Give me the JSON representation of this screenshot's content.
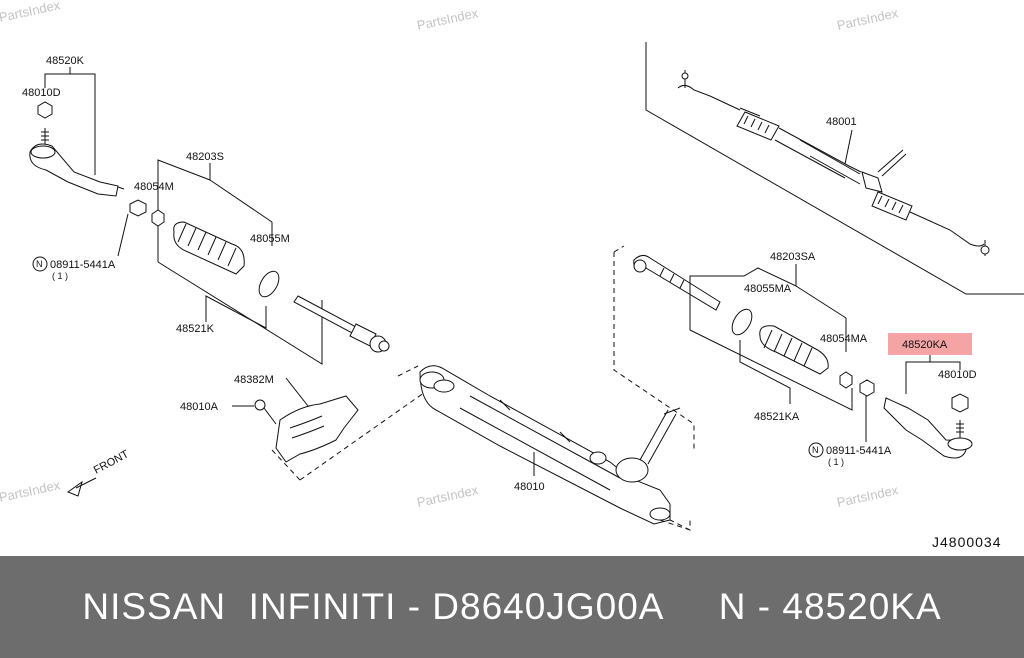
{
  "watermarks": [
    "PartsIndex",
    "PartsIndex",
    "PartsIndex",
    "PartsIndex",
    "PartsIndex"
  ],
  "labels": {
    "tie_rod_end_left": "48520K",
    "nut_left": "48010D",
    "boot_kit_left": "48203S",
    "clamp_left": "48054M",
    "band_left": "48055M",
    "inner_socket_left": "48521K",
    "washer_nut_left": "08911-5441A",
    "washer_nut_left_qty": "( 1 )",
    "insulator": "48382M",
    "bolt": "48010A",
    "gear_assembly": "48001",
    "gear_housing": "48010",
    "boot_kit_right": "48203SA",
    "band_right": "48055MA",
    "clamp_right": "48054MA",
    "inner_socket_right": "48521KA",
    "tie_rod_end_right": "48520KA",
    "nut_right": "48010D",
    "washer_nut_right": "08911-5441A",
    "washer_nut_right_qty": "( 1 )",
    "front": "FRONT",
    "n_mark": "N"
  },
  "diagram_ref": "J4800034",
  "highlight_color": "#f4a4a4",
  "banner": {
    "text": "NISSAN  INFINITI - D8640JG00A     N - 48520KA",
    "background": "#6d6d6d"
  }
}
